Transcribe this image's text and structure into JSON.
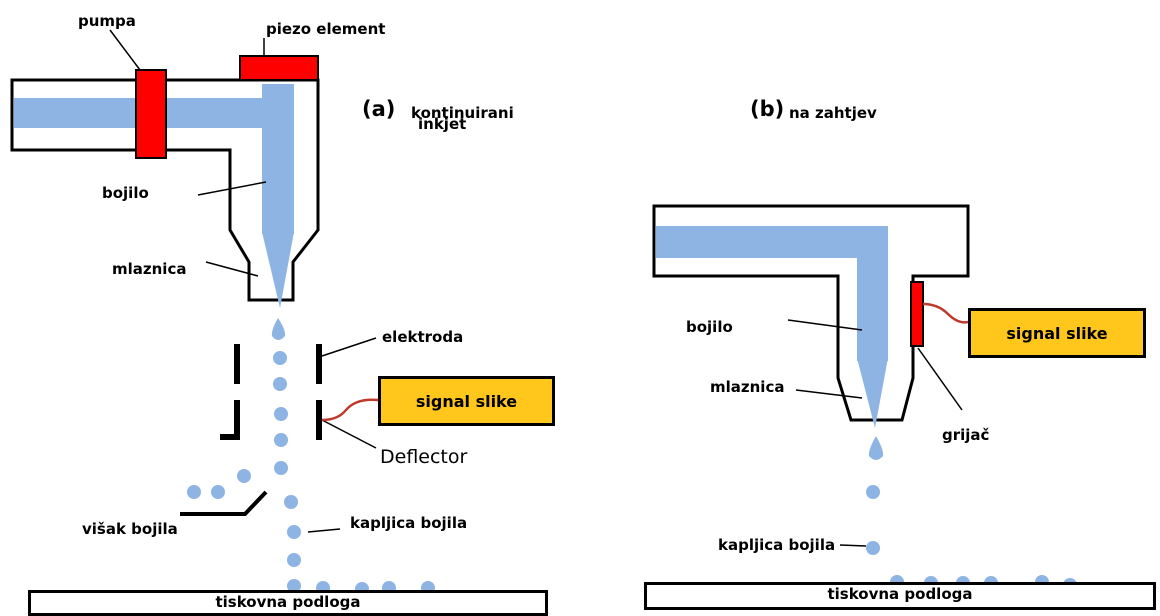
{
  "panel_a": {
    "label": "(a)",
    "title_line1": "kontinuirani",
    "title_line2": "inkjet",
    "pump": "pumpa",
    "piezo": "piezo element",
    "ink": "bojilo",
    "nozzle": "mlaznica",
    "electrode": "elektroda",
    "signal": "signal slike",
    "deflector": "Deflector",
    "excess_ink": "višak bojila",
    "droplet": "kapljica bojila",
    "substrate": "tiskovna podloga"
  },
  "panel_b": {
    "label": "(b)",
    "title": "na zahtjev",
    "ink": "bojilo",
    "nozzle": "mlaznica",
    "signal": "signal slike",
    "heater": "grijač",
    "droplet": "kapljica bojila",
    "substrate": "tiskovna podloga"
  },
  "colors": {
    "ink": "#8eb4e3",
    "heater": "#ff0000",
    "signal_box": "#ffc61c",
    "signal_wire": "#c0392b",
    "outline": "#000000"
  }
}
